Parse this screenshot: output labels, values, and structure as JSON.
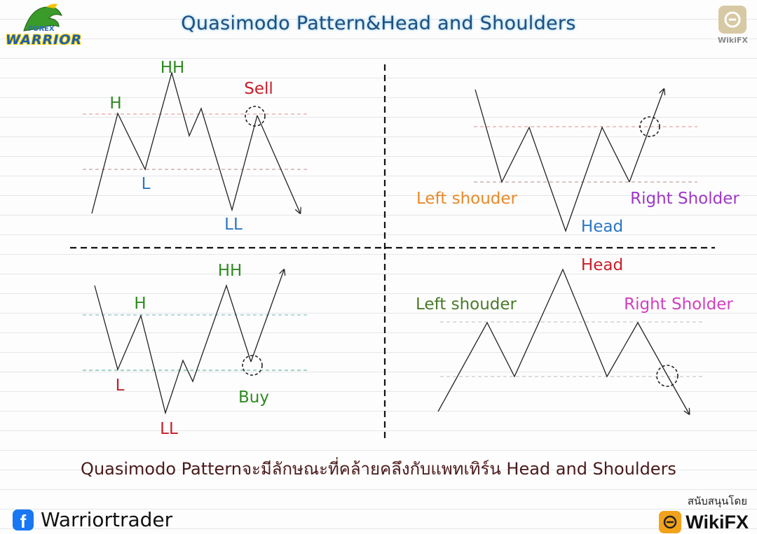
{
  "title": "Quasimodo Pattern&Head and Shoulders",
  "logo_left": {
    "main": "WARRIOR",
    "small": "FOREX"
  },
  "logo_right": {
    "label": "WikiFX"
  },
  "diagrams": {
    "top_left": {
      "h": "H",
      "hh": "HH",
      "l": "L",
      "ll": "LL",
      "signal": "Sell"
    },
    "top_right": {
      "left_shoulder": "Left shouder",
      "head": "Head",
      "right_shoulder": "Right Sholder"
    },
    "bottom_left": {
      "h": "H",
      "hh": "HH",
      "l": "L",
      "ll": "LL",
      "signal": "Buy"
    },
    "bottom_right": {
      "left_shoulder": "Left shouder",
      "head": "Head",
      "right_shoulder": "Right Sholder"
    }
  },
  "colors": {
    "green": "#2e8b1f",
    "blue": "#2a76c2",
    "red": "#c81e2a",
    "orange": "#e8892a",
    "purple": "#9d38c8",
    "magenta": "#d33fbf",
    "olive": "#4a7a2a"
  },
  "caption": "Quasimodo Patternจะมีลักษณะที่คล้ายคลึงกับแพทเทิร์น Head and Shoulders",
  "footer": {
    "facebook_name": "Warriortrader",
    "sponsor_label": "สนับสนุนโดย",
    "sponsor_name": "WikiFX"
  }
}
